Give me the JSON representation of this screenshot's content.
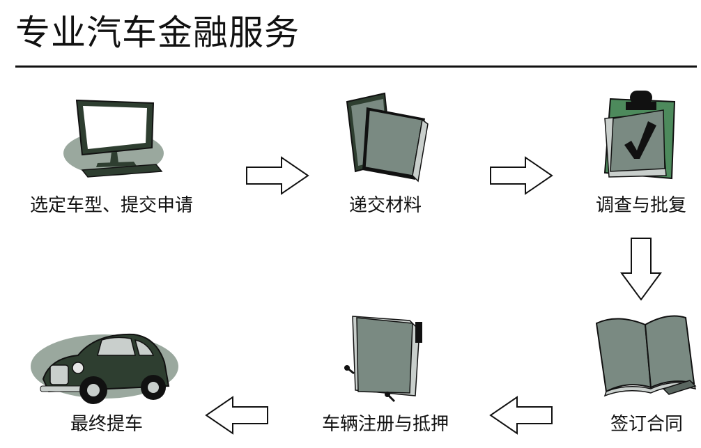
{
  "header": {
    "title": "专业汽车金融服务"
  },
  "colors": {
    "accent_green": "#4d8a5c",
    "paper_gray": "#7a8a82",
    "dark_green": "#2e3e30",
    "ellipse_gray": "#9aa89e",
    "line": "#111111"
  },
  "steps": [
    {
      "label": "选定车型、提交申请",
      "icon": "monitor-icon"
    },
    {
      "label": "递交材料",
      "icon": "documents-icon"
    },
    {
      "label": "调查与批复",
      "icon": "clipboard-check-icon"
    },
    {
      "label": "签订合同",
      "icon": "open-book-icon"
    },
    {
      "label": "车辆注册与抵押",
      "icon": "folder-pin-icon"
    },
    {
      "label": "最终提车",
      "icon": "car-icon"
    }
  ]
}
